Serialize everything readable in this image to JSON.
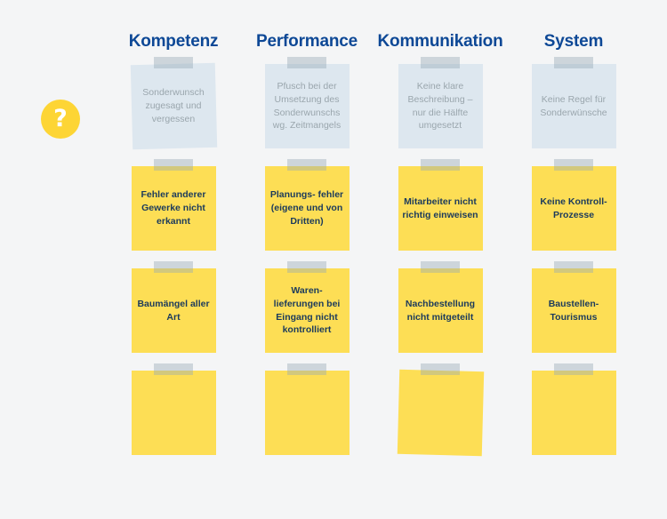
{
  "badge": {
    "icon": "question-mark-icon",
    "symbol": "?",
    "color": "#fdd535"
  },
  "colors": {
    "background": "#f4f5f6",
    "header_text": "#0d4896",
    "blue_card": "#dde7ef",
    "blue_card_text": "#9aa6ad",
    "yellow_card": "#fdde55",
    "yellow_card_text": "#1b3a5c",
    "tape": "#97aab5"
  },
  "columns": [
    {
      "label": "Kompetenz"
    },
    {
      "label": "Performance"
    },
    {
      "label": "Kommunikation"
    },
    {
      "label": "System"
    }
  ],
  "rows": [
    {
      "style": "blue",
      "cards": [
        {
          "text": "Sonderwunsch zugesagt und vergessen",
          "rotation": -1.5
        },
        {
          "text": "Pfusch bei der Umsetzung des Sonderwunschs wg. Zeitmangels",
          "rotation": 0
        },
        {
          "text": "Keine klare Beschreibung – nur die Hälfte umgesetzt",
          "rotation": 0
        },
        {
          "text": "Keine Regel für Sonderwünsche",
          "rotation": 0
        }
      ]
    },
    {
      "style": "yellow",
      "cards": [
        {
          "text": "Fehler anderer Gewerke nicht erkannt",
          "rotation": 0
        },
        {
          "text": "Planungs- fehler (eigene und von Dritten)",
          "rotation": 0
        },
        {
          "text": "Mitarbeiter nicht richtig einweisen",
          "rotation": 0
        },
        {
          "text": "Keine Kontroll- Prozesse",
          "rotation": 0
        }
      ]
    },
    {
      "style": "yellow",
      "cards": [
        {
          "text": "Baumängel aller Art",
          "rotation": 0
        },
        {
          "text": "Waren- lieferungen bei Eingang nicht kontrolliert",
          "rotation": 0
        },
        {
          "text": "Nachbestellung nicht mitgeteilt",
          "rotation": 0
        },
        {
          "text": "Baustellen- Tourismus",
          "rotation": 0
        }
      ]
    },
    {
      "style": "yellow",
      "cards": [
        {
          "text": "",
          "rotation": 0
        },
        {
          "text": "",
          "rotation": 0
        },
        {
          "text": "",
          "rotation": 1.5
        },
        {
          "text": "",
          "rotation": 0
        }
      ]
    }
  ]
}
